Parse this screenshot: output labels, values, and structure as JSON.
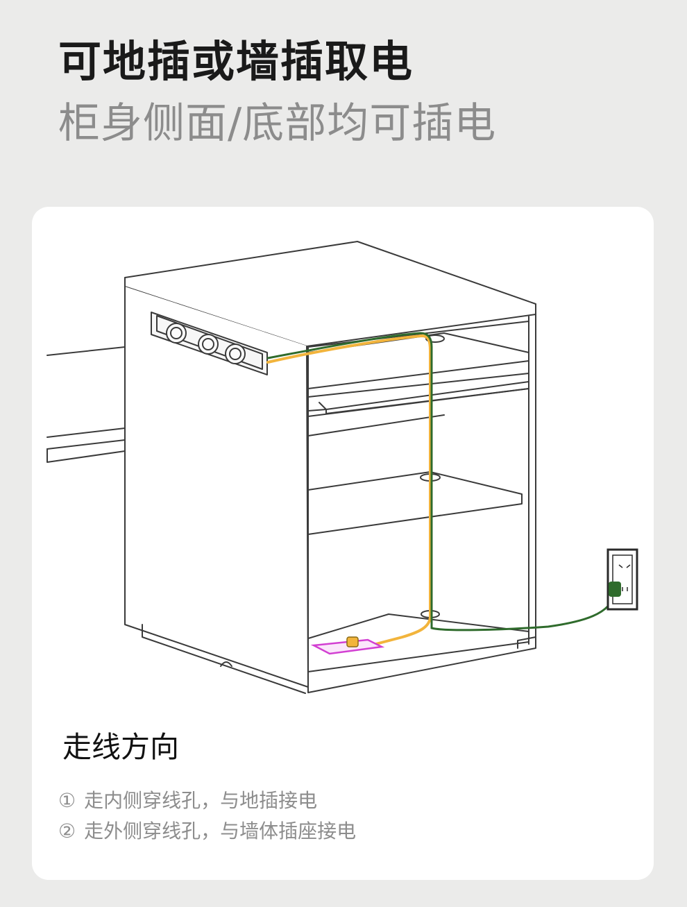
{
  "header": {
    "title": "可地插或墙插取电",
    "subtitle": "柜身侧面/底部均可插电"
  },
  "routing": {
    "title": "走线方向",
    "steps": [
      {
        "num": "①",
        "text": "走内侧穿线孔，与地插接电"
      },
      {
        "num": "②",
        "text": "走外侧穿线孔，与墙体插座接电"
      }
    ]
  },
  "colors": {
    "background": "#ebebea",
    "card": "#ffffff",
    "inner_cable": "#f2b43c",
    "outer_cable": "#2f6b2c",
    "floor_socket": "#d23fd2",
    "wall_socket": "#2a2a2a"
  }
}
